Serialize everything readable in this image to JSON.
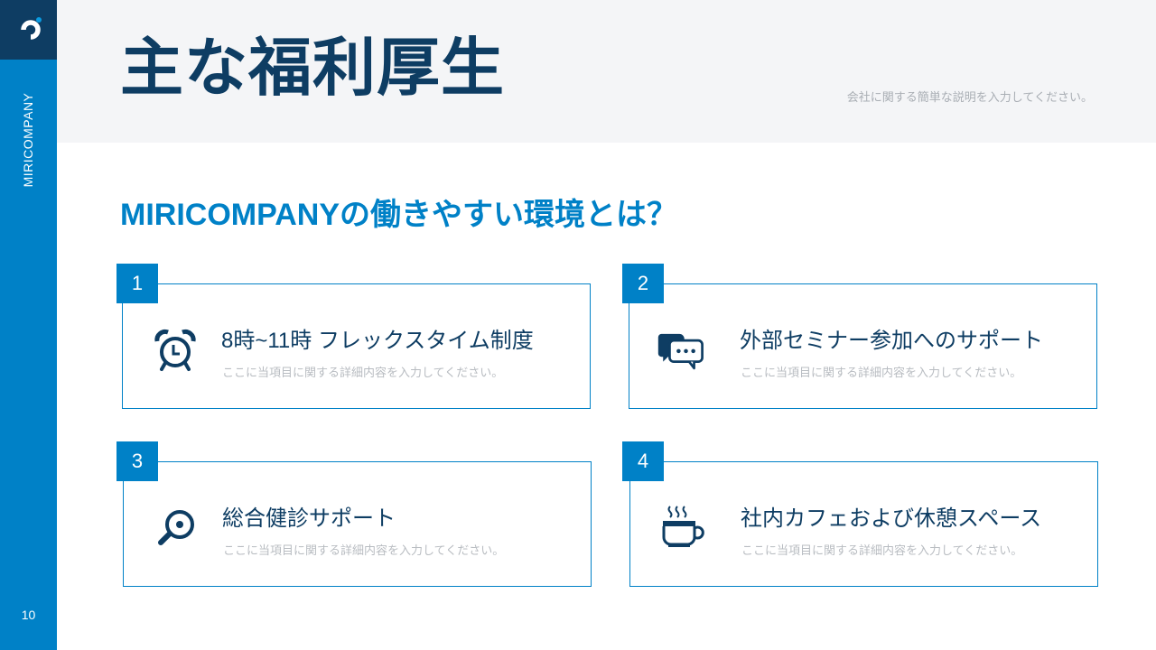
{
  "sidebar": {
    "logo": "brand-logo",
    "brand_vertical": "MIRICOMPANY",
    "page_number": "10"
  },
  "header": {
    "title": "主な福利厚生",
    "description": "会社に関する簡単な説明を入力してください。"
  },
  "main": {
    "subtitle": "MIRICOMPANYの働きやすい環境とは？",
    "cards": [
      {
        "number": "1",
        "icon": "alarm-clock-icon",
        "title": "8時~11時 フレックスタイム制度",
        "description": "ここに当項目に関する詳細内容を入力してください。"
      },
      {
        "number": "2",
        "icon": "chat-bubbles-icon",
        "title": "外部セミナー参加へのサポート",
        "description": "ここに当項目に関する詳細内容を入力してください。"
      },
      {
        "number": "3",
        "icon": "stethoscope-icon",
        "title": "総合健診サポート",
        "description": "ここに当項目に関する詳細内容を入力してください。"
      },
      {
        "number": "4",
        "icon": "coffee-cup-icon",
        "title": "社内カフェおよび休憩スペース",
        "description": "ここに当項目に関する詳細内容を入力してください。"
      }
    ]
  },
  "colors": {
    "primary_blue": "#0081c7",
    "navy": "#0e3d63",
    "header_bg": "#f4f5f7",
    "muted_text": "#b8bcc1"
  }
}
